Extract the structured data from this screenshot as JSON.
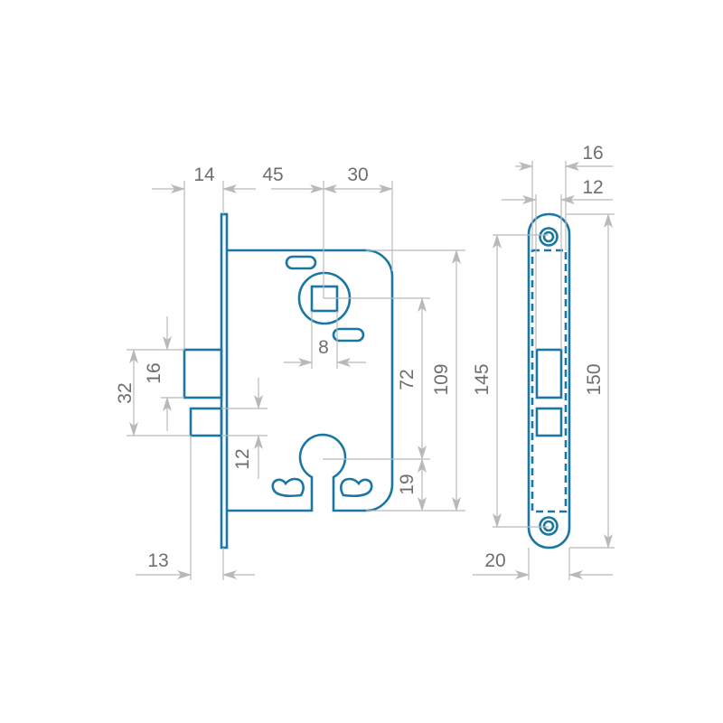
{
  "title": "Mortise lock dimensions drawing",
  "colors": {
    "outline": "#1a76a3",
    "dimension": "#b9b9b9",
    "text": "#6e6e6e"
  },
  "lock_body": {
    "dimensions": {
      "backset_faceplate": "14",
      "backset": "45",
      "spindle_to_edge": "30",
      "latch_group": "32",
      "latch_height": "16",
      "deadbolt_height": "12",
      "spindle_square": "8",
      "spindle_to_cylinder": "72",
      "body_height": "109",
      "cylinder_to_bottom": "19",
      "deadbolt_throw": "13"
    }
  },
  "strike_plate": {
    "dimensions": {
      "outer_width": "16",
      "inner_width": "12",
      "screw_spacing": "145",
      "plate_height": "150",
      "plate_width": "20"
    }
  }
}
